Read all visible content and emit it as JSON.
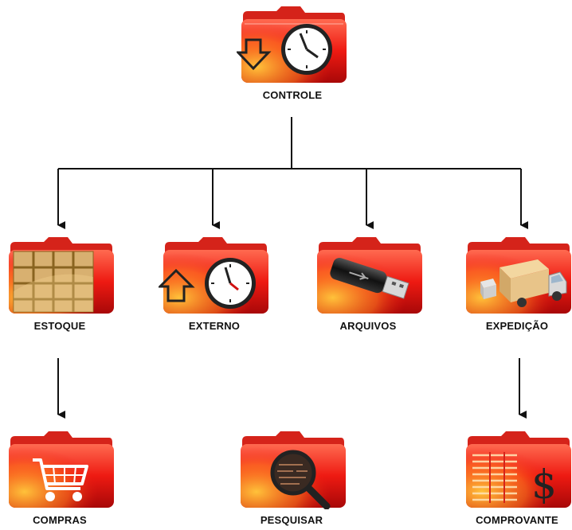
{
  "nodes": {
    "controle": {
      "label": "CONTROLE",
      "icon": "clock-down-arrow-icon"
    },
    "estoque": {
      "label": "ESTOQUE",
      "icon": "shelves-icon"
    },
    "externo": {
      "label": "EXTERNO",
      "icon": "clock-up-arrow-icon"
    },
    "arquivos": {
      "label": "ARQUIVOS",
      "icon": "usb-drive-icon"
    },
    "expedicao": {
      "label": "EXPEDIÇÃO",
      "icon": "delivery-truck-icon"
    },
    "compras": {
      "label": "COMPRAS",
      "icon": "shopping-cart-icon"
    },
    "pesquisar": {
      "label": "PESQUISAR",
      "icon": "magnifier-icon"
    },
    "comprovante": {
      "label": "COMPROVANTE",
      "icon": "receipt-dollar-icon"
    }
  },
  "colors": {
    "folder_top": "#ff5040",
    "folder_mid": "#ee1a12",
    "folder_bottom": "#b50a0a",
    "folder_highlight": "#ffb020",
    "connector": "#111111"
  }
}
